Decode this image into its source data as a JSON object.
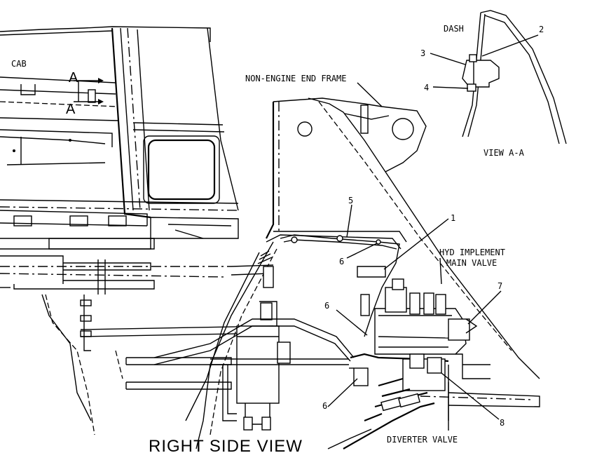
{
  "labels": {
    "cab": "CAB",
    "section_a_top": "A",
    "section_a_bottom": "A",
    "dash": "DASH",
    "view_aa": "VIEW A-A",
    "non_engine_end_frame": "NON-ENGINE END FRAME",
    "hyd_implement_line1": "HYD IMPLEMENT",
    "hyd_implement_line2": "MAIN VALVE",
    "diverter_valve": "DIVERTER VALVE",
    "right_side_view": "RIGHT SIDE VIEW"
  },
  "callouts": {
    "c1": "1",
    "c2": "2",
    "c3": "3",
    "c4": "4",
    "c5": "5",
    "c6a": "6",
    "c6b": "6",
    "c6c": "6",
    "c7": "7",
    "c8": "8"
  },
  "colors": {
    "ink": "#000000",
    "paper": "#ffffff"
  }
}
